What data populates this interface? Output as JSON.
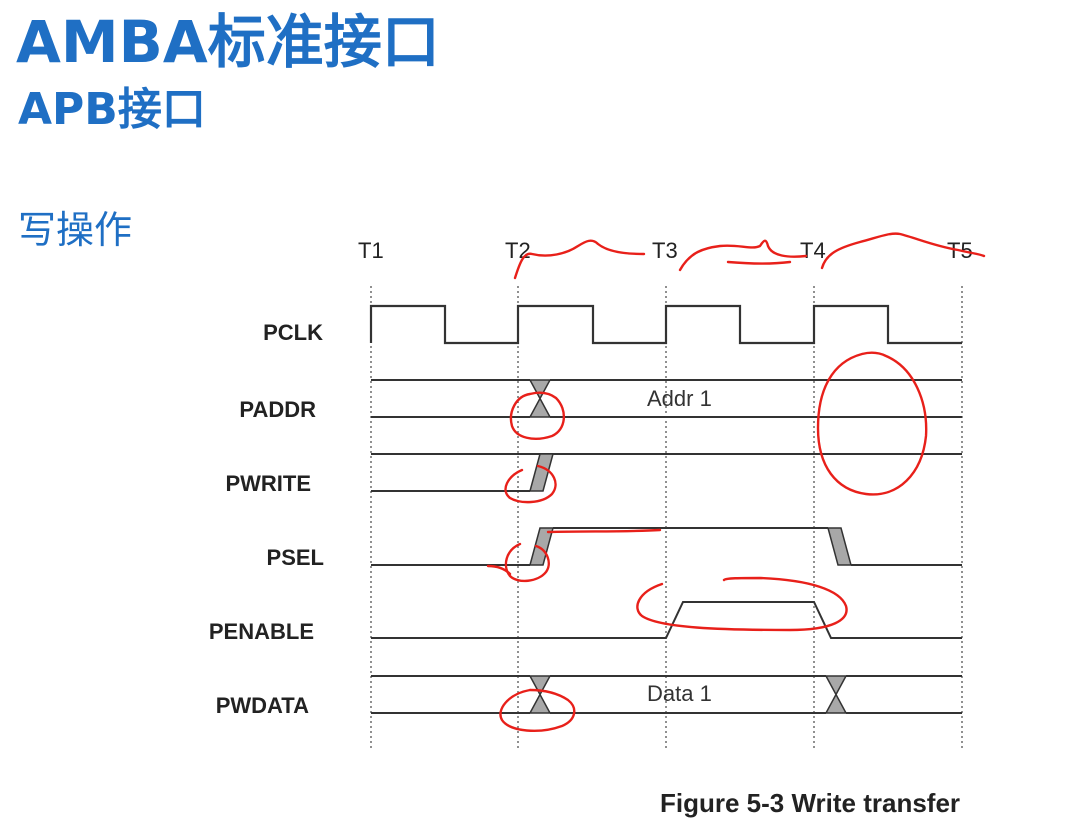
{
  "slide": {
    "title": "AMBA标准接口",
    "subtitle": "APB接口",
    "section": "写操作"
  },
  "diagram": {
    "time_markers": [
      "T1",
      "T2",
      "T3",
      "T4",
      "T5"
    ],
    "signals": [
      "PCLK",
      "PADDR",
      "PWRITE",
      "PSEL",
      "PENABLE",
      "PWDATA"
    ],
    "bus_labels": {
      "paddr": "Addr 1",
      "pwdata": "Data 1"
    },
    "caption": "Figure 5-3 Write transfer"
  },
  "colors": {
    "title": "#1f6fc4",
    "waveform": "#333333",
    "transition_fill": "#a8a8a8",
    "annotation": "#e8201a"
  }
}
